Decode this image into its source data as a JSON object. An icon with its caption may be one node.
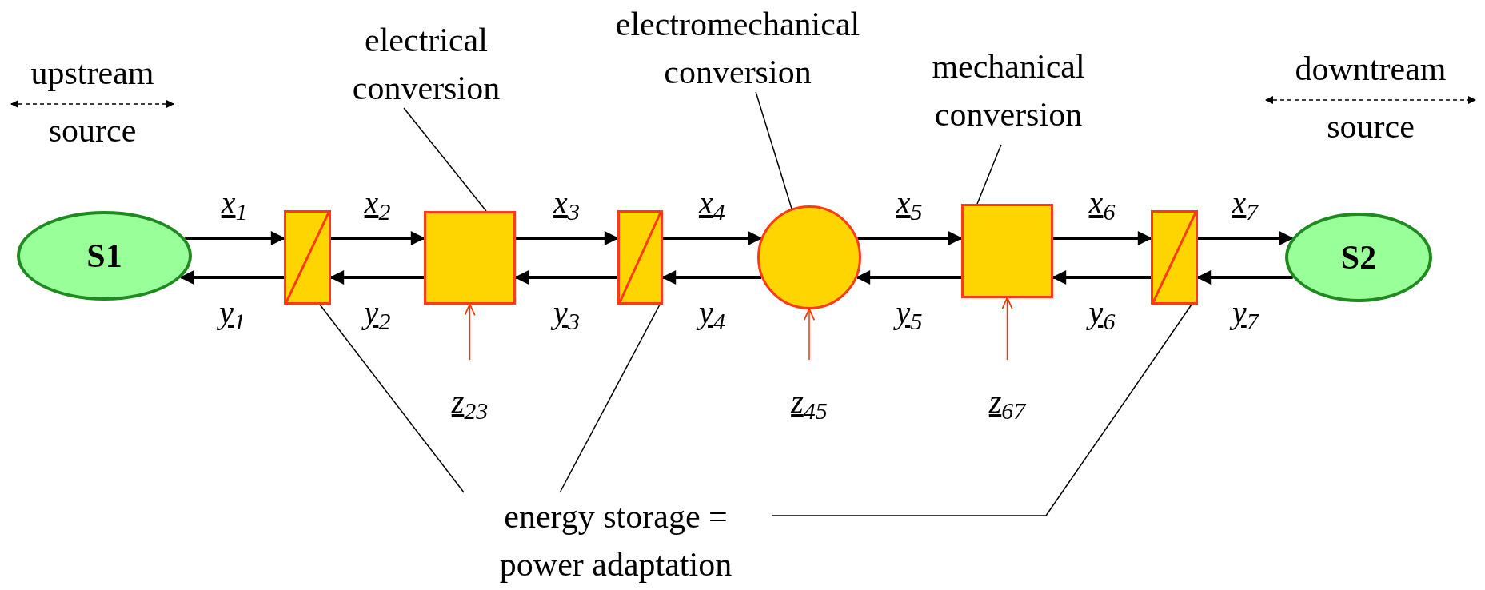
{
  "diagram": {
    "nodes": [
      {
        "text": [
          "S1"
        ]
      },
      {
        "text": [],
        "shape": "box"
      },
      {
        "text": [],
        "shape": "box"
      },
      {
        "text": [],
        "shape": "box"
      },
      {
        "text": [],
        "shape": "circle"
      },
      {
        "text": [],
        "shape": "box"
      },
      {
        "text": [],
        "shape": "box"
      },
      {
        "text": [
          "S2"
        ]
      },
      {
        "text": [
          "electrical conversion"
        ]
      },
      {
        "text": [
          "electromechanical conversion"
        ]
      },
      {
        "text": [
          "mechanical conversion"
        ]
      },
      {
        "text": [
          "energy storage = power adaptation"
        ]
      }
    ],
    "edges": [
      {
        "from": 0,
        "to": 1,
        "arrow": "to",
        "label": "x$_{1}$"
      },
      {
        "from": 1,
        "to": 0,
        "arrow": "to",
        "label": "y$_{1}$"
      },
      {
        "from": 1,
        "to": 2,
        "arrow": "to",
        "label": "x$_{2}$"
      },
      {
        "from": 2,
        "to": 1,
        "arrow": "to",
        "label": "y$_{2}$"
      },
      {
        "from": 2,
        "to": 3,
        "arrow": "to",
        "label": "x$_{3}$"
      },
      {
        "from": 3,
        "to": 2,
        "arrow": "to",
        "label": "y$_{3}$"
      },
      {
        "from": 3,
        "to": 4,
        "arrow": "to",
        "label": "x$_{4}$"
      },
      {
        "from": 4,
        "to": 3,
        "arrow": "to",
        "label": "y$_{4}$"
      },
      {
        "from": 4,
        "to": 5,
        "arrow": "to",
        "label": "x$_{5}$"
      },
      {
        "from": 5,
        "to": 4,
        "arrow": "to",
        "label": "y$_{5}$"
      },
      {
        "from": 5,
        "to": 6,
        "arrow": "to",
        "label": "x$_{6}$"
      },
      {
        "from": 6,
        "to": 5,
        "arrow": "to",
        "label": "y$_{6}$"
      },
      {
        "from": 6,
        "to": 7,
        "arrow": "to",
        "label": "x$_{7}$"
      },
      {
        "from": 7,
        "to": 6,
        "arrow": "to",
        "label": "y$_{7}$"
      },
      {
        "from": null,
        "to": 2,
        "arrow": "to",
        "label": "z$_{23}$",
        "color": "#ff3300"
      },
      {
        "from": null,
        "to": 4,
        "arrow": "to",
        "label": "z$_{45}$",
        "color": "#ff3300"
      },
      {
        "from": null,
        "to": 5,
        "arrow": "to",
        "label": "z$_{67}$",
        "color": "#ff3300"
      },
      {
        "from": 8,
        "to": 2,
        "arrow": "none"
      },
      {
        "from": 9,
        "to": 4,
        "arrow": "none"
      },
      {
        "from": 10,
        "to": 5,
        "arrow": "none"
      },
      {
        "from": 11,
        "to": 1,
        "arrow": "none"
      },
      {
        "from": 11,
        "to": 3,
        "arrow": "none"
      },
      {
        "from": 11,
        "to": 6,
        "arrow": "none"
      }
    ],
    "labels": [
      "upstream source",
      "downtream source"
    ]
  }
}
